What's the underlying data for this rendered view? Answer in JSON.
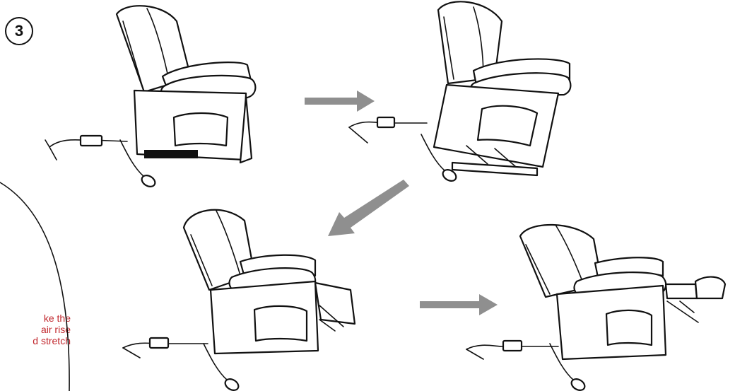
{
  "step": {
    "number": "3"
  },
  "note": {
    "line1": "ke the",
    "line2": "air rise",
    "line3": "d stretch"
  },
  "diagram": {
    "panels": [
      "chair-seated",
      "chair-lifting",
      "chair-reclining",
      "chair-fully-reclined"
    ],
    "arrow_color": "#8f8f8f",
    "note_color": "#c1272d"
  }
}
